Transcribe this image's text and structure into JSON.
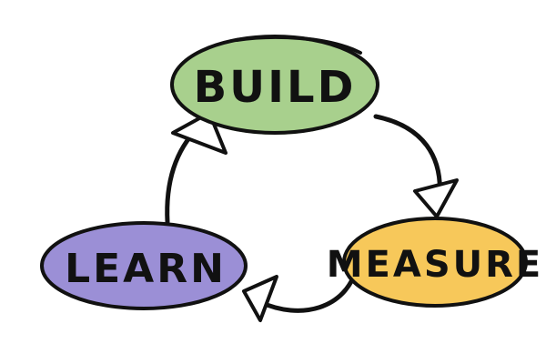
{
  "nodes": {
    "build": {
      "label": "BUILD",
      "color": "#a8d08d"
    },
    "measure": {
      "label": "MEASURE",
      "color": "#f7c85a"
    },
    "learn": {
      "label": "LEARN",
      "color": "#9b8fd6"
    }
  },
  "edges": [
    {
      "from": "BUILD",
      "to": "MEASURE"
    },
    {
      "from": "MEASURE",
      "to": "LEARN"
    },
    {
      "from": "LEARN",
      "to": "BUILD"
    }
  ]
}
